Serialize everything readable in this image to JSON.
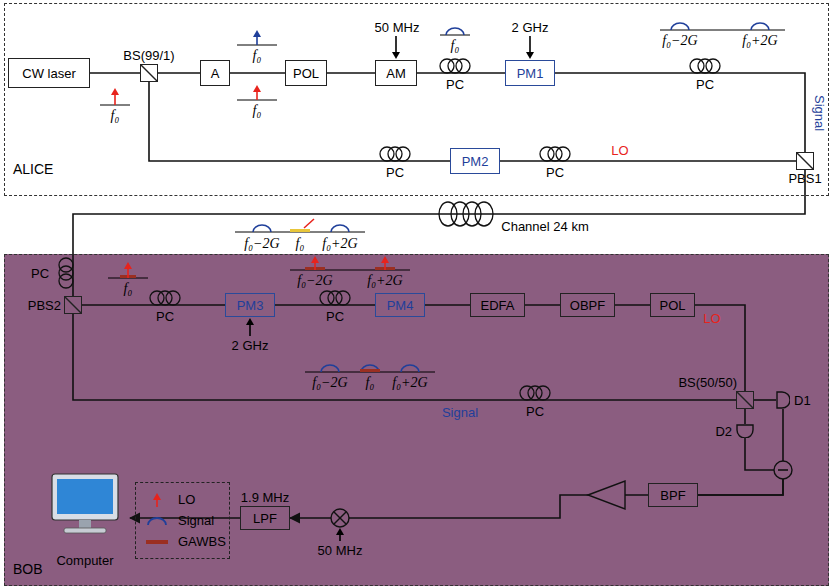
{
  "diagram": {
    "nodes": [
      {
        "text": [
          "ALICE"
        ]
      },
      {
        "text": [
          "CW laser"
        ],
        "in": 0
      },
      {
        "text": [
          "BS(99/1)"
        ],
        "in": 0
      },
      {
        "text": [
          "A"
        ],
        "in": 0
      },
      {
        "text": [
          "POL"
        ],
        "in": 0
      },
      {
        "text": [
          "AM"
        ],
        "in": 0
      },
      {
        "text": [
          "PM1"
        ],
        "in": 0
      },
      {
        "text": [
          "PM2"
        ],
        "in": 0
      },
      {
        "text": [
          "PBS1"
        ],
        "in": 0
      },
      {
        "text": [
          "BOB"
        ]
      },
      {
        "text": [
          "PBS2"
        ],
        "in": 9
      },
      {
        "text": [
          "PM3"
        ],
        "in": 9
      },
      {
        "text": [
          "PM4"
        ],
        "in": 9
      },
      {
        "text": [
          "EDFA"
        ],
        "in": 9
      },
      {
        "text": [
          "OBPF"
        ],
        "in": 9
      },
      {
        "text": [
          "POL"
        ],
        "in": 9
      },
      {
        "text": [
          "BS(50/50)"
        ],
        "in": 9
      },
      {
        "text": [
          "D1"
        ],
        "in": 9
      },
      {
        "text": [
          "D2"
        ],
        "in": 9
      },
      {
        "text": [
          "BPF"
        ],
        "in": 9
      },
      {
        "text": [
          "LPF"
        ],
        "in": 9
      },
      {
        "text": [
          "Computer"
        ],
        "in": 9
      }
    ],
    "edges": [
      {
        "from": 1,
        "to": 2,
        "arrow": "none"
      },
      {
        "from": 2,
        "to": 3,
        "arrow": "none"
      },
      {
        "from": 3,
        "to": 4,
        "arrow": "none"
      },
      {
        "from": 4,
        "to": 5,
        "arrow": "none"
      },
      {
        "from": 5,
        "to": 6,
        "arrow": "none"
      },
      {
        "from": 6,
        "to": 8,
        "label": "Signal",
        "arrow": "none"
      },
      {
        "from": 2,
        "to": 7,
        "arrow": "none"
      },
      {
        "from": 7,
        "to": 8,
        "label": "LO",
        "arrow": "none"
      },
      {
        "from": 8,
        "to": 10,
        "label": "Channel 24 km",
        "arrow": "none"
      },
      {
        "from": 10,
        "to": 11,
        "arrow": "none"
      },
      {
        "from": 11,
        "to": 12,
        "arrow": "none"
      },
      {
        "from": 12,
        "to": 13,
        "arrow": "none"
      },
      {
        "from": 13,
        "to": 14,
        "arrow": "none"
      },
      {
        "from": 14,
        "to": 15,
        "arrow": "none"
      },
      {
        "from": 15,
        "to": 16,
        "label": "LO",
        "arrow": "none"
      },
      {
        "from": 10,
        "to": 16,
        "label": "Signal",
        "arrow": "none"
      },
      {
        "from": 16,
        "to": 17,
        "arrow": "none"
      },
      {
        "from": 16,
        "to": 18,
        "arrow": "none"
      },
      {
        "from": 17,
        "to": 19,
        "arrow": "none"
      },
      {
        "from": 18,
        "to": 19,
        "arrow": "none"
      },
      {
        "from": 19,
        "to": 20,
        "arrow": "to"
      },
      {
        "from": 20,
        "to": 21,
        "arrow": "to"
      }
    ],
    "labels": [
      "f₀",
      "50 MHz",
      "f₀",
      "f₀",
      "f₀",
      "2 GHz",
      "f₀−2G",
      "f₀+2G",
      "PC",
      "PC",
      "PC",
      "PC",
      "f₀−2G",
      "f₀",
      "f₀+2G",
      "PC",
      "f₀",
      "PC",
      "2 GHz",
      "PC",
      "f₀−2G",
      "f₀+2G",
      "f₀−2G",
      "f₀",
      "f₀+2G",
      "PC",
      "1.9 MHz",
      "50 MHz"
    ],
    "legend": [
      {
        "text": "LO"
      },
      {
        "text": "Signal"
      },
      {
        "text": "GAWBS",
        "color": "#9b2f22"
      }
    ]
  }
}
